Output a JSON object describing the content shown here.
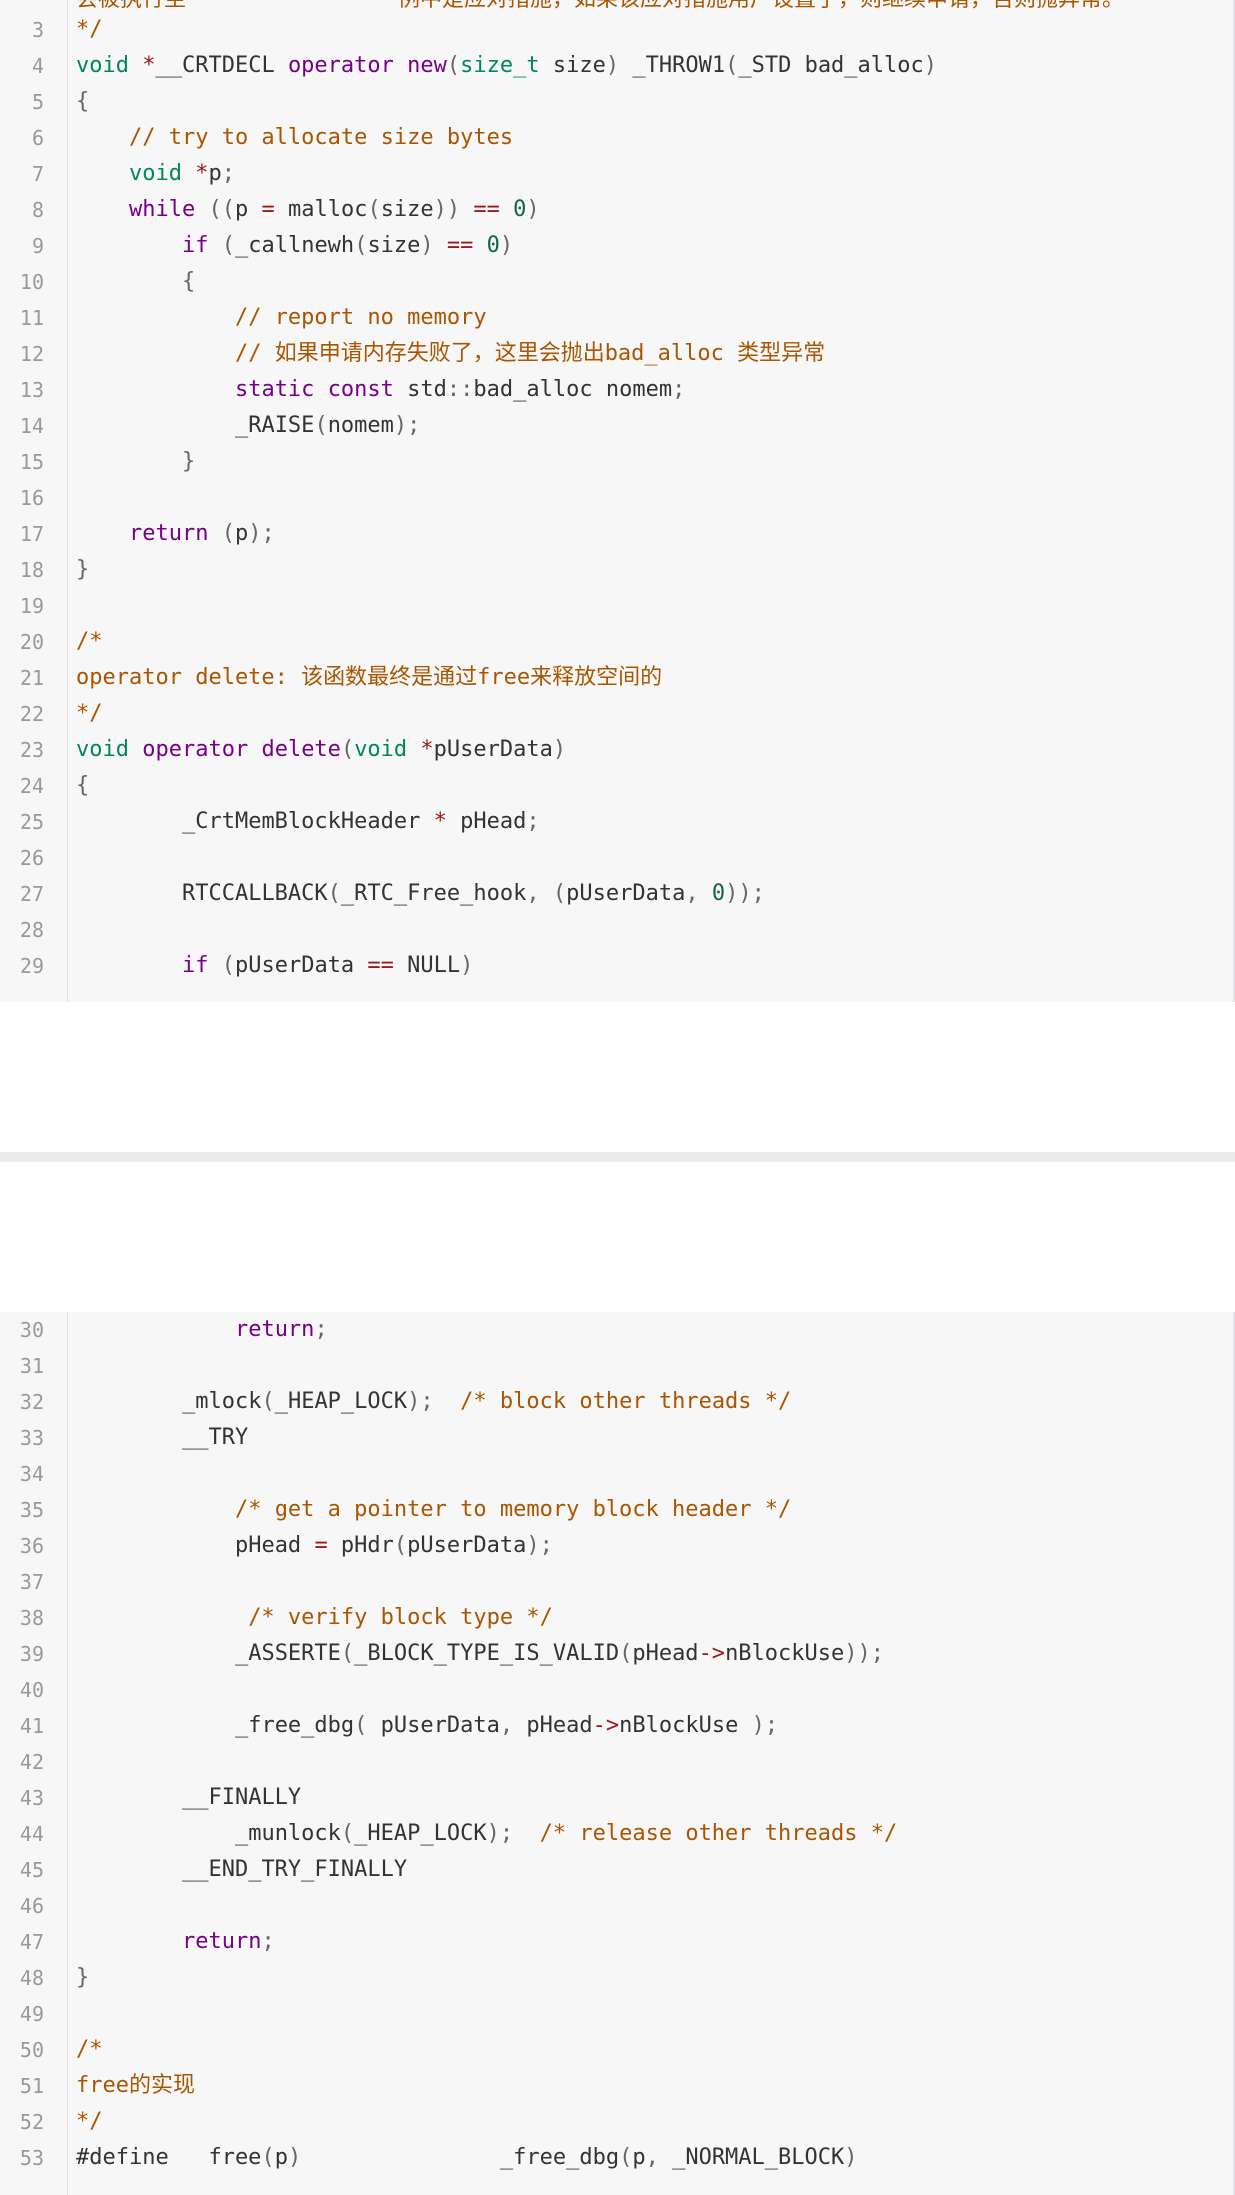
{
  "editor": {
    "colors": {
      "keyword": "#770088",
      "type": "#008855",
      "number": "#116644",
      "operator": "#981a1a",
      "comment": "#aa5500",
      "text": "#333333",
      "line_number": "#999999",
      "background": "#f7f7f8"
    },
    "clipped_top_line": {
      "segments": [
        {
          "t": "会被执行至",
          "c": "cm"
        },
        {
          "t": "                ",
          "c": "cm"
        },
        {
          "t": "例中是应对措施，如果该应对措施用户设置了，则继续申请，否则抛异常。",
          "c": "cm"
        }
      ]
    },
    "top_lines": [
      {
        "n": "3",
        "segments": [
          {
            "t": "*/",
            "c": "cm"
          }
        ]
      },
      {
        "n": "4",
        "segments": [
          {
            "t": "void",
            "c": "type"
          },
          {
            "t": " ",
            "c": "tx"
          },
          {
            "t": "*",
            "c": "op"
          },
          {
            "t": "__CRTDECL ",
            "c": "tx"
          },
          {
            "t": "operator",
            "c": "kw"
          },
          {
            "t": " ",
            "c": "tx"
          },
          {
            "t": "new",
            "c": "kw"
          },
          {
            "t": "(",
            "c": "pun"
          },
          {
            "t": "size_t",
            "c": "type"
          },
          {
            "t": " size",
            "c": "tx"
          },
          {
            "t": ")",
            "c": "pun"
          },
          {
            "t": " _THROW1",
            "c": "tx"
          },
          {
            "t": "(",
            "c": "pun"
          },
          {
            "t": "_STD bad_alloc",
            "c": "tx"
          },
          {
            "t": ")",
            "c": "pun"
          }
        ]
      },
      {
        "n": "5",
        "segments": [
          {
            "t": "{",
            "c": "pun"
          }
        ]
      },
      {
        "n": "6",
        "segments": [
          {
            "t": "    ",
            "c": "tx"
          },
          {
            "t": "// try to allocate size bytes",
            "c": "cm"
          }
        ]
      },
      {
        "n": "7",
        "segments": [
          {
            "t": "    ",
            "c": "tx"
          },
          {
            "t": "void",
            "c": "type"
          },
          {
            "t": " ",
            "c": "tx"
          },
          {
            "t": "*",
            "c": "op"
          },
          {
            "t": "p",
            "c": "tx"
          },
          {
            "t": ";",
            "c": "pun"
          }
        ]
      },
      {
        "n": "8",
        "segments": [
          {
            "t": "    ",
            "c": "tx"
          },
          {
            "t": "while",
            "c": "kw"
          },
          {
            "t": " ((",
            "c": "pun"
          },
          {
            "t": "p ",
            "c": "tx"
          },
          {
            "t": "=",
            "c": "op"
          },
          {
            "t": " malloc",
            "c": "tx"
          },
          {
            "t": "(",
            "c": "pun"
          },
          {
            "t": "size",
            "c": "tx"
          },
          {
            "t": "))",
            "c": "pun"
          },
          {
            "t": " ",
            "c": "tx"
          },
          {
            "t": "==",
            "c": "op"
          },
          {
            "t": " ",
            "c": "tx"
          },
          {
            "t": "0",
            "c": "num"
          },
          {
            "t": ")",
            "c": "pun"
          }
        ]
      },
      {
        "n": "9",
        "segments": [
          {
            "t": "        ",
            "c": "tx"
          },
          {
            "t": "if",
            "c": "kw"
          },
          {
            "t": " (",
            "c": "pun"
          },
          {
            "t": "_callnewh",
            "c": "tx"
          },
          {
            "t": "(",
            "c": "pun"
          },
          {
            "t": "size",
            "c": "tx"
          },
          {
            "t": ")",
            "c": "pun"
          },
          {
            "t": " ",
            "c": "tx"
          },
          {
            "t": "==",
            "c": "op"
          },
          {
            "t": " ",
            "c": "tx"
          },
          {
            "t": "0",
            "c": "num"
          },
          {
            "t": ")",
            "c": "pun"
          }
        ]
      },
      {
        "n": "10",
        "segments": [
          {
            "t": "        ",
            "c": "tx"
          },
          {
            "t": "{",
            "c": "pun"
          }
        ]
      },
      {
        "n": "11",
        "segments": [
          {
            "t": "            ",
            "c": "tx"
          },
          {
            "t": "// report no memory",
            "c": "cm"
          }
        ]
      },
      {
        "n": "12",
        "segments": [
          {
            "t": "            ",
            "c": "tx"
          },
          {
            "t": "// 如果申请内存失败了，这里会抛出bad_alloc 类型异常",
            "c": "cm"
          }
        ]
      },
      {
        "n": "13",
        "segments": [
          {
            "t": "            ",
            "c": "tx"
          },
          {
            "t": "static",
            "c": "kw"
          },
          {
            "t": " ",
            "c": "tx"
          },
          {
            "t": "const",
            "c": "kw"
          },
          {
            "t": " std",
            "c": "tx"
          },
          {
            "t": "::",
            "c": "pun"
          },
          {
            "t": "bad_alloc nomem",
            "c": "tx"
          },
          {
            "t": ";",
            "c": "pun"
          }
        ]
      },
      {
        "n": "14",
        "segments": [
          {
            "t": "            ",
            "c": "tx"
          },
          {
            "t": "_RAISE",
            "c": "tx"
          },
          {
            "t": "(",
            "c": "pun"
          },
          {
            "t": "nomem",
            "c": "tx"
          },
          {
            "t": ");",
            "c": "pun"
          }
        ]
      },
      {
        "n": "15",
        "segments": [
          {
            "t": "        ",
            "c": "tx"
          },
          {
            "t": "}",
            "c": "pun"
          }
        ]
      },
      {
        "n": "16",
        "segments": []
      },
      {
        "n": "17",
        "segments": [
          {
            "t": "    ",
            "c": "tx"
          },
          {
            "t": "return",
            "c": "kw"
          },
          {
            "t": " (",
            "c": "pun"
          },
          {
            "t": "p",
            "c": "tx"
          },
          {
            "t": ");",
            "c": "pun"
          }
        ]
      },
      {
        "n": "18",
        "segments": [
          {
            "t": "}",
            "c": "pun"
          }
        ]
      },
      {
        "n": "19",
        "segments": []
      },
      {
        "n": "20",
        "segments": [
          {
            "t": "/*",
            "c": "cm"
          }
        ]
      },
      {
        "n": "21",
        "segments": [
          {
            "t": "operator delete: 该函数最终是通过free来释放空间的",
            "c": "cm"
          }
        ]
      },
      {
        "n": "22",
        "segments": [
          {
            "t": "*/",
            "c": "cm"
          }
        ]
      },
      {
        "n": "23",
        "segments": [
          {
            "t": "void",
            "c": "type"
          },
          {
            "t": " ",
            "c": "tx"
          },
          {
            "t": "operator",
            "c": "kw"
          },
          {
            "t": " ",
            "c": "tx"
          },
          {
            "t": "delete",
            "c": "kw"
          },
          {
            "t": "(",
            "c": "pun"
          },
          {
            "t": "void",
            "c": "type"
          },
          {
            "t": " ",
            "c": "tx"
          },
          {
            "t": "*",
            "c": "op"
          },
          {
            "t": "pUserData",
            "c": "tx"
          },
          {
            "t": ")",
            "c": "pun"
          }
        ]
      },
      {
        "n": "24",
        "segments": [
          {
            "t": "{",
            "c": "pun"
          }
        ]
      },
      {
        "n": "25",
        "segments": [
          {
            "t": "        ",
            "c": "tx"
          },
          {
            "t": "_CrtMemBlockHeader ",
            "c": "tx"
          },
          {
            "t": "*",
            "c": "op"
          },
          {
            "t": " pHead",
            "c": "tx"
          },
          {
            "t": ";",
            "c": "pun"
          }
        ]
      },
      {
        "n": "26",
        "segments": []
      },
      {
        "n": "27",
        "segments": [
          {
            "t": "        ",
            "c": "tx"
          },
          {
            "t": "RTCCALLBACK",
            "c": "tx"
          },
          {
            "t": "(",
            "c": "pun"
          },
          {
            "t": "_RTC_Free_hook",
            "c": "tx"
          },
          {
            "t": ", (",
            "c": "pun"
          },
          {
            "t": "pUserData",
            "c": "tx"
          },
          {
            "t": ", ",
            "c": "pun"
          },
          {
            "t": "0",
            "c": "num"
          },
          {
            "t": "));",
            "c": "pun"
          }
        ]
      },
      {
        "n": "28",
        "segments": []
      },
      {
        "n": "29",
        "segments": [
          {
            "t": "        ",
            "c": "tx"
          },
          {
            "t": "if",
            "c": "kw"
          },
          {
            "t": " (",
            "c": "pun"
          },
          {
            "t": "pUserData ",
            "c": "tx"
          },
          {
            "t": "==",
            "c": "op"
          },
          {
            "t": " NULL",
            "c": "tx"
          },
          {
            "t": ")",
            "c": "pun"
          }
        ]
      }
    ],
    "bottom_lines": [
      {
        "n": "30",
        "segments": [
          {
            "t": "            ",
            "c": "tx"
          },
          {
            "t": "return",
            "c": "kw"
          },
          {
            "t": ";",
            "c": "pun"
          }
        ]
      },
      {
        "n": "31",
        "segments": []
      },
      {
        "n": "32",
        "segments": [
          {
            "t": "        ",
            "c": "tx"
          },
          {
            "t": "_mlock",
            "c": "tx"
          },
          {
            "t": "(",
            "c": "pun"
          },
          {
            "t": "_HEAP_LOCK",
            "c": "tx"
          },
          {
            "t": ");",
            "c": "pun"
          },
          {
            "t": "  ",
            "c": "tx"
          },
          {
            "t": "/* block other threads */",
            "c": "cm"
          }
        ]
      },
      {
        "n": "33",
        "segments": [
          {
            "t": "        ",
            "c": "tx"
          },
          {
            "t": "__TRY",
            "c": "tx"
          }
        ]
      },
      {
        "n": "34",
        "segments": []
      },
      {
        "n": "35",
        "segments": [
          {
            "t": "            ",
            "c": "tx"
          },
          {
            "t": "/* get a pointer to memory block header */",
            "c": "cm"
          }
        ]
      },
      {
        "n": "36",
        "segments": [
          {
            "t": "            ",
            "c": "tx"
          },
          {
            "t": "pHead ",
            "c": "tx"
          },
          {
            "t": "=",
            "c": "op"
          },
          {
            "t": " pHdr",
            "c": "tx"
          },
          {
            "t": "(",
            "c": "pun"
          },
          {
            "t": "pUserData",
            "c": "tx"
          },
          {
            "t": ");",
            "c": "pun"
          }
        ]
      },
      {
        "n": "37",
        "segments": []
      },
      {
        "n": "38",
        "segments": [
          {
            "t": "             ",
            "c": "tx"
          },
          {
            "t": "/* verify block type */",
            "c": "cm"
          }
        ]
      },
      {
        "n": "39",
        "segments": [
          {
            "t": "            ",
            "c": "tx"
          },
          {
            "t": "_ASSERTE",
            "c": "tx"
          },
          {
            "t": "(",
            "c": "pun"
          },
          {
            "t": "_BLOCK_TYPE_IS_VALID",
            "c": "tx"
          },
          {
            "t": "(",
            "c": "pun"
          },
          {
            "t": "pHead",
            "c": "tx"
          },
          {
            "t": "->",
            "c": "op"
          },
          {
            "t": "nBlockUse",
            "c": "tx"
          },
          {
            "t": "));",
            "c": "pun"
          }
        ]
      },
      {
        "n": "40",
        "segments": []
      },
      {
        "n": "41",
        "segments": [
          {
            "t": "            ",
            "c": "tx"
          },
          {
            "t": "_free_dbg",
            "c": "tx"
          },
          {
            "t": "( ",
            "c": "pun"
          },
          {
            "t": "pUserData",
            "c": "tx"
          },
          {
            "t": ", ",
            "c": "pun"
          },
          {
            "t": "pHead",
            "c": "tx"
          },
          {
            "t": "->",
            "c": "op"
          },
          {
            "t": "nBlockUse ",
            "c": "tx"
          },
          {
            "t": ");",
            "c": "pun"
          }
        ]
      },
      {
        "n": "42",
        "segments": []
      },
      {
        "n": "43",
        "segments": [
          {
            "t": "        ",
            "c": "tx"
          },
          {
            "t": "__FINALLY",
            "c": "tx"
          }
        ]
      },
      {
        "n": "44",
        "segments": [
          {
            "t": "            ",
            "c": "tx"
          },
          {
            "t": "_munlock",
            "c": "tx"
          },
          {
            "t": "(",
            "c": "pun"
          },
          {
            "t": "_HEAP_LOCK",
            "c": "tx"
          },
          {
            "t": ");",
            "c": "pun"
          },
          {
            "t": "  ",
            "c": "tx"
          },
          {
            "t": "/* release other threads */",
            "c": "cm"
          }
        ]
      },
      {
        "n": "45",
        "segments": [
          {
            "t": "        ",
            "c": "tx"
          },
          {
            "t": "__END_TRY_FINALLY",
            "c": "tx"
          }
        ]
      },
      {
        "n": "46",
        "segments": []
      },
      {
        "n": "47",
        "segments": [
          {
            "t": "        ",
            "c": "tx"
          },
          {
            "t": "return",
            "c": "kw"
          },
          {
            "t": ";",
            "c": "pun"
          }
        ]
      },
      {
        "n": "48",
        "segments": [
          {
            "t": "}",
            "c": "pun"
          }
        ]
      },
      {
        "n": "49",
        "segments": []
      },
      {
        "n": "50",
        "segments": [
          {
            "t": "/*",
            "c": "cm"
          }
        ]
      },
      {
        "n": "51",
        "segments": [
          {
            "t": "free的实现",
            "c": "cm"
          }
        ]
      },
      {
        "n": "52",
        "segments": [
          {
            "t": "*/",
            "c": "cm"
          }
        ]
      },
      {
        "n": "53",
        "segments": [
          {
            "t": "#define   free",
            "c": "tx"
          },
          {
            "t": "(",
            "c": "pun"
          },
          {
            "t": "p",
            "c": "tx"
          },
          {
            "t": ")",
            "c": "pun"
          },
          {
            "t": "               _free_dbg",
            "c": "tx"
          },
          {
            "t": "(",
            "c": "pun"
          },
          {
            "t": "p",
            "c": "tx"
          },
          {
            "t": ", ",
            "c": "pun"
          },
          {
            "t": "_NORMAL_BLOCK",
            "c": "tx"
          },
          {
            "t": ")",
            "c": "pun"
          }
        ]
      }
    ]
  }
}
